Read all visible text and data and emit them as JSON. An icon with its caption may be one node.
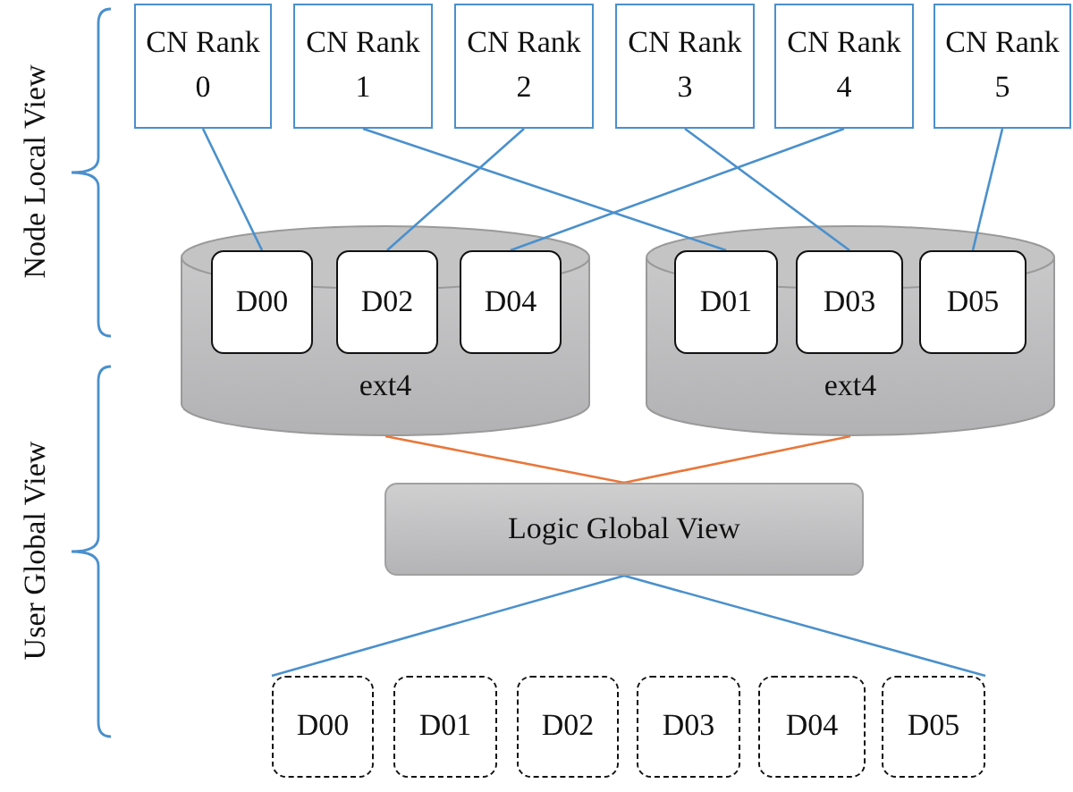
{
  "diagram": {
    "nodes": [
      {
        "text": [
          "CN Rank 0"
        ]
      },
      {
        "text": [
          "CN Rank 1"
        ]
      },
      {
        "text": [
          "CN Rank 2"
        ]
      },
      {
        "text": [
          "CN Rank 3"
        ]
      },
      {
        "text": [
          "CN Rank 4"
        ]
      },
      {
        "text": [
          "CN Rank 5"
        ]
      },
      {
        "text": [
          "ext4"
        ]
      },
      {
        "text": [
          "D00"
        ],
        "in": 6
      },
      {
        "text": [
          "D02"
        ],
        "in": 6
      },
      {
        "text": [
          "D04"
        ],
        "in": 6
      },
      {
        "text": [
          "ext4"
        ]
      },
      {
        "text": [
          "D01"
        ],
        "in": 10
      },
      {
        "text": [
          "D03"
        ],
        "in": 10
      },
      {
        "text": [
          "D05"
        ],
        "in": 10
      },
      {
        "text": [
          "Logic Global View"
        ]
      },
      {
        "text": [
          "D00"
        ]
      },
      {
        "text": [
          "D01"
        ]
      },
      {
        "text": [
          "D02"
        ]
      },
      {
        "text": [
          "D03"
        ]
      },
      {
        "text": [
          "D04"
        ]
      },
      {
        "text": [
          "D05"
        ]
      }
    ],
    "edges": [
      {
        "from": 0,
        "to": 7,
        "arrow": "none"
      },
      {
        "from": 1,
        "to": 11,
        "arrow": "none"
      },
      {
        "from": 2,
        "to": 8,
        "arrow": "none"
      },
      {
        "from": 3,
        "to": 12,
        "arrow": "none"
      },
      {
        "from": 4,
        "to": 9,
        "arrow": "none"
      },
      {
        "from": 5,
        "to": 13,
        "arrow": "none"
      },
      {
        "from": 6,
        "to": 14,
        "arrow": "none",
        "color": "#e8773a"
      },
      {
        "from": 10,
        "to": 14,
        "arrow": "none",
        "color": "#e8773a"
      },
      {
        "from": 14,
        "to": 15,
        "arrow": "none"
      },
      {
        "from": 14,
        "to": 20,
        "arrow": "none"
      }
    ],
    "labels": [
      "Node Local View",
      "User Global View"
    ]
  }
}
